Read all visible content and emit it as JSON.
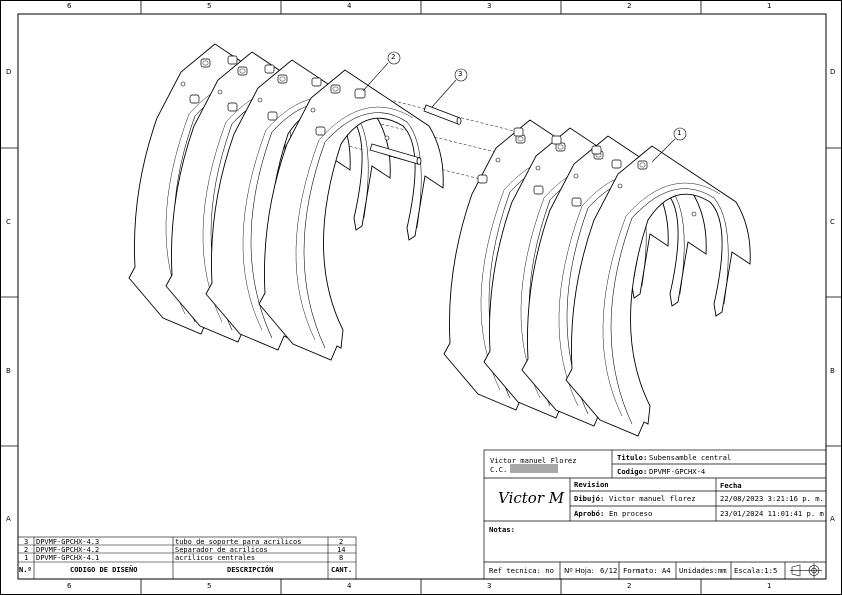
{
  "zones": {
    "columns": [
      "6",
      "5",
      "4",
      "3",
      "2",
      "1"
    ],
    "rows": [
      "D",
      "C",
      "B",
      "A"
    ]
  },
  "balloons": [
    "1",
    "2",
    "3"
  ],
  "title_block": {
    "author_name": "Victor manuel Florez",
    "author_id_label": "C.C.",
    "titulo_label": "Titulo:",
    "titulo_value": "Subensamble central",
    "codigo_label": "Codigo:",
    "codigo_value": "DPVMF-GPCHX-4",
    "revision_label": "Revision",
    "fecha_label": "Fecha",
    "dibujo_label": "Dibujó:",
    "dibujo_value": "Victor manuel florez",
    "dibujo_fecha": "22/08/2023 3:21:16 p. m.",
    "aprobo_label": "Aprobó:",
    "aprobo_value": "En proceso",
    "aprobo_fecha": "23/01/2024 11:01:41 p. m.",
    "signature": "Victor M",
    "notas_label": "Notas:",
    "ref_tecnica": "Ref tecnica: no",
    "hoja_label": "Nº Hoja:",
    "hoja_value": "6/12",
    "formato": "Formato: A4",
    "unidades": "Unidades:mm",
    "escala": "Escala:1:5"
  },
  "bom": {
    "headers": {
      "no": "N.º",
      "codigo": "CODIGO DE DISEÑO",
      "descripcion": "DESCRIPCIÓN",
      "cant": "CANT."
    },
    "rows": [
      {
        "no": "3",
        "codigo": "DPVMF-GPCHX-4.3",
        "descripcion": "tubo de soporte para acrilicos",
        "cant": "2"
      },
      {
        "no": "2",
        "codigo": "DPVMF-GPCHX-4.2",
        "descripcion": "Separador de acrilicos",
        "cant": "14"
      },
      {
        "no": "1",
        "codigo": "DPVMF-GPCHX-4.1",
        "descripcion": "acrilicos centrales",
        "cant": "8"
      }
    ]
  }
}
